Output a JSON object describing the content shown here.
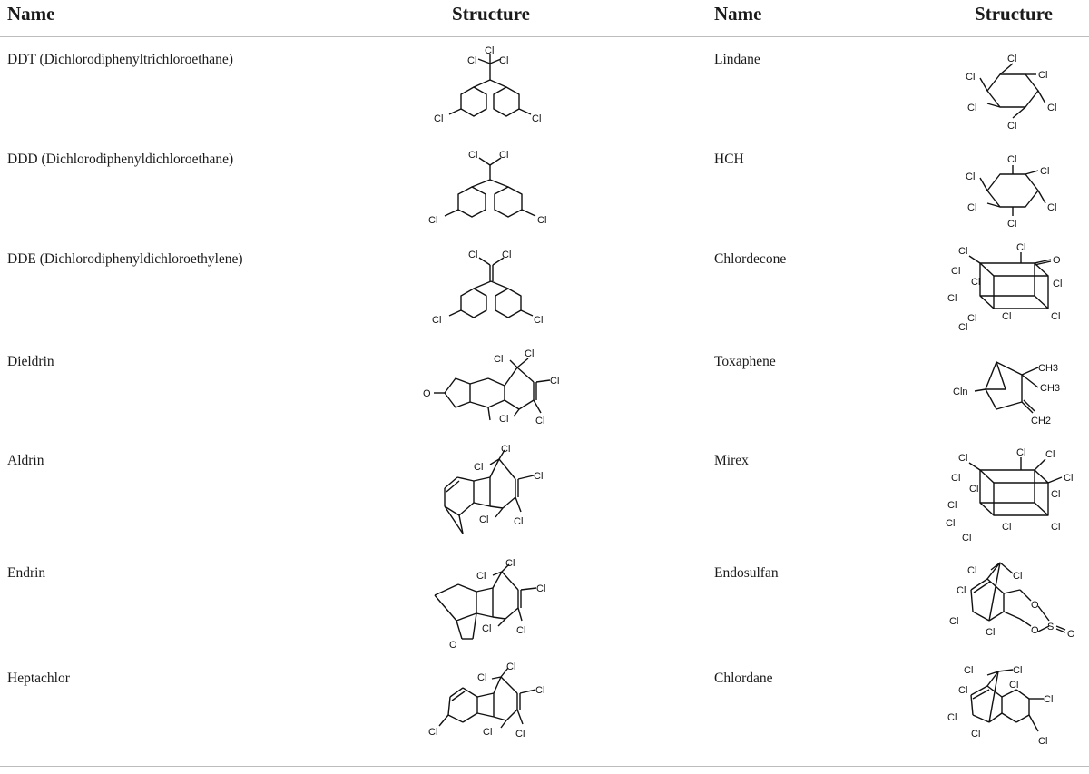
{
  "headers": {
    "name_left": "Name",
    "structure_left": "Structure",
    "name_right": "Name",
    "structure_right": "Structure"
  },
  "rows": [
    {
      "left": "DDT (Dichlorodiphenyltrichloroethane)",
      "right": "Lindane"
    },
    {
      "left": "DDD (Dichlorodiphenyldichloroethane)",
      "right": "HCH"
    },
    {
      "left": "DDE (Dichlorodiphenyldichloroethylene)",
      "right": "Chlordecone"
    },
    {
      "left": "Dieldrin",
      "right": "Toxaphene"
    },
    {
      "left": "Aldrin",
      "right": "Mirex"
    },
    {
      "left": "Endrin",
      "right": "Endosulfan"
    },
    {
      "left": "Heptachlor",
      "right": "Chlordane"
    }
  ],
  "atoms": {
    "chlorine": "Cl",
    "oxygen": "O",
    "sulfur": "S",
    "chlorine_n": "Cln",
    "methyl": "CH3",
    "methylene": "CH2"
  }
}
